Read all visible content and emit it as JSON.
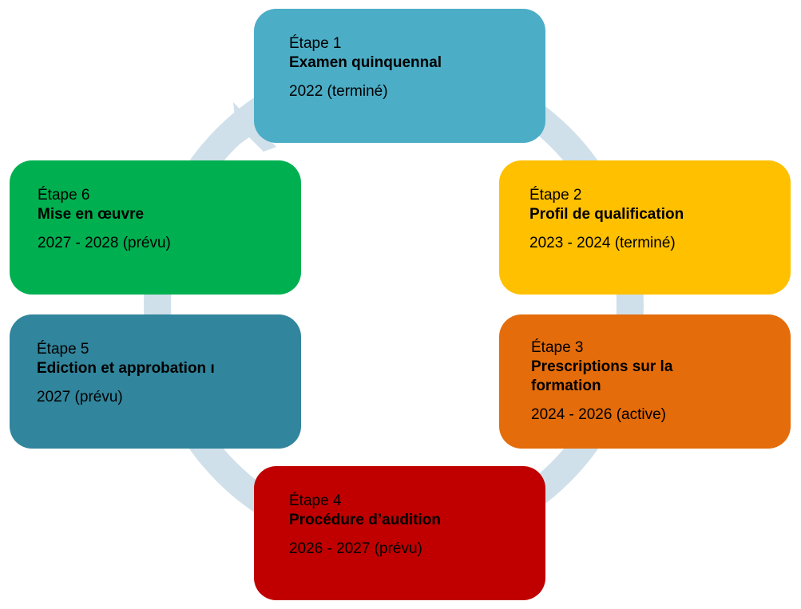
{
  "colors": {
    "ring": "#cfe0ea",
    "step1": "#4badc6",
    "step2": "#ffc000",
    "step3": "#e46c0a",
    "step4": "#c00000",
    "step5": "#31859c",
    "step6": "#00b050"
  },
  "steps": [
    {
      "label": "Étape 1",
      "title": "Examen quinquennal",
      "date": "2022 (terminé)"
    },
    {
      "label": "Étape 2",
      "title": "Profil de qualification",
      "date": "2023 - 2024 (terminé)"
    },
    {
      "label": "Étape 3",
      "title": "Prescriptions sur la\nformation",
      "date": "2024 - 2026 (active)"
    },
    {
      "label": "Étape 4",
      "title": "Procédure d’audition",
      "date": "2026 - 2027 (prévu)"
    },
    {
      "label": "Étape 5",
      "title": "Ediction et approbation ı",
      "date": "2027 (prévu)"
    },
    {
      "label": "Étape 6",
      "title": "Mise en œuvre",
      "date": "2027 - 2028 (prévu)"
    }
  ]
}
